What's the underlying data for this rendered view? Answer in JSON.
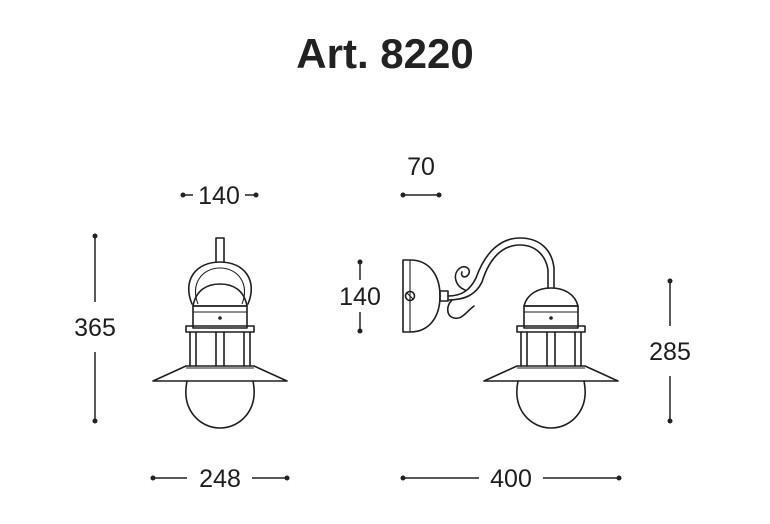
{
  "title": "Art. 8220",
  "dimensions": {
    "front_top_width": "140",
    "front_height": "365",
    "front_shade_width": "248",
    "side_arm_offset": "70",
    "side_plate_height": "140",
    "side_lamp_height": "285",
    "side_projection": "400"
  }
}
